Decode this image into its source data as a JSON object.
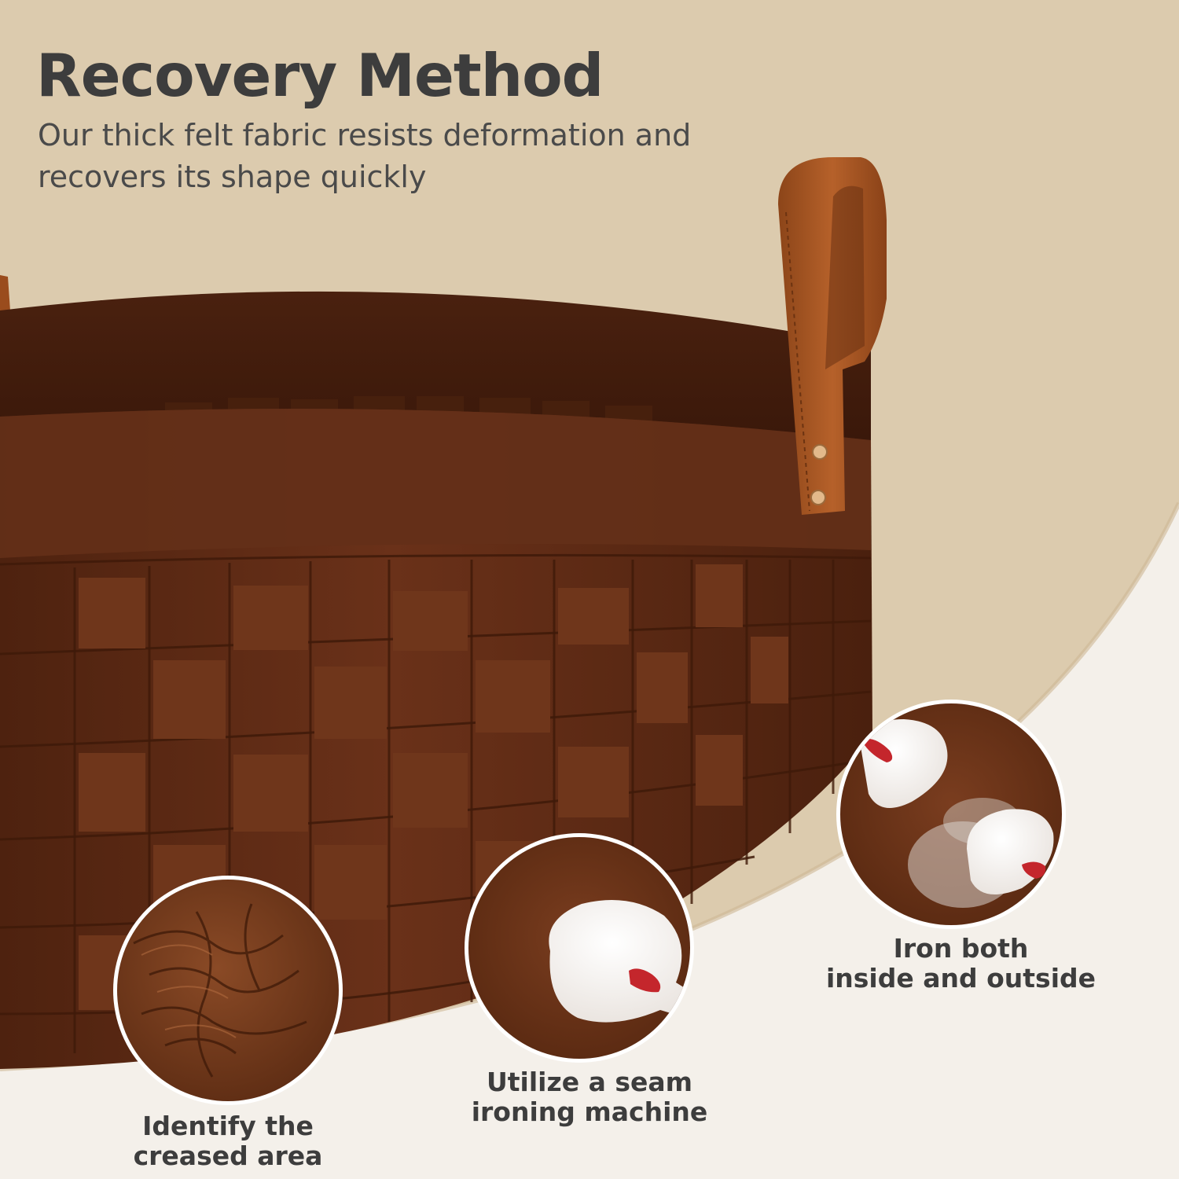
{
  "header": {
    "title": "Recovery Method",
    "subtitle_line1": "Our thick felt fabric resists deformation and",
    "subtitle_line2": "recovers its shape quickly"
  },
  "steps": [
    {
      "label_line1": "Identify the",
      "label_line2": "creased area",
      "image": "creased-felt-closeup"
    },
    {
      "label_line1": "Utilize a seam",
      "label_line2": "ironing machine",
      "image": "seam-iron-on-felt"
    },
    {
      "label_line1": "Iron both",
      "label_line2": "inside and outside",
      "image": "steam-iron-both-sides"
    }
  ],
  "colors": {
    "background_beige": "#dccbae",
    "background_light": "#f4f0ea",
    "felt_brown": "#5f2c14",
    "leather_handle": "#a35422",
    "text_dark": "#3d3d3d",
    "iron_red": "#c4262c"
  }
}
